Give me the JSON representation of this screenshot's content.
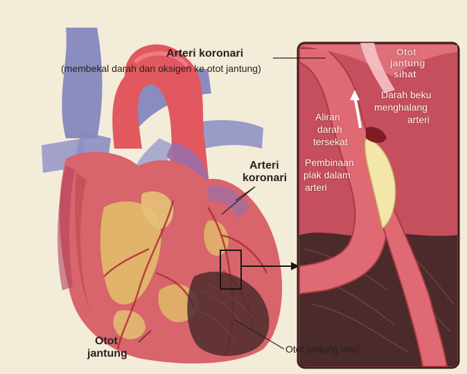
{
  "labels": {
    "arteri_koronari_top": "Arteri koronari",
    "arteri_koronari_top_sub": "(membekal darah dan oksigen ke otot jantung)",
    "arteri_koronari_side_1": "Arteri",
    "arteri_koronari_side_2": "koronari",
    "otot_jantung_1": "Otot",
    "otot_jantung_2": "jantung",
    "otot_jantung_mati": "Otot jantung mati"
  },
  "inset": {
    "otot_jantung_sihat_1": "Otot",
    "otot_jantung_sihat_2": "jantung",
    "otot_jantung_sihat_3": "sihat",
    "darah_beku_1": "Darah beku",
    "darah_beku_2": "menghalang",
    "darah_beku_3": "arteri",
    "aliran_1": "Aliran",
    "aliran_2": "darah",
    "aliran_3": "tersekat",
    "plak_1": "Pembinaan",
    "plak_2": "plak dalam",
    "plak_3": "arteri"
  },
  "colors": {
    "background": "#f3ecd9",
    "heart_muscle": "#d9636b",
    "aorta": "#e0555f",
    "vein": "#7d7fb8",
    "fat": "#e0b96a",
    "dead_muscle": "#4a2a2a",
    "inset_bg": "#c9505e",
    "plaque": "#f2e6a8"
  }
}
